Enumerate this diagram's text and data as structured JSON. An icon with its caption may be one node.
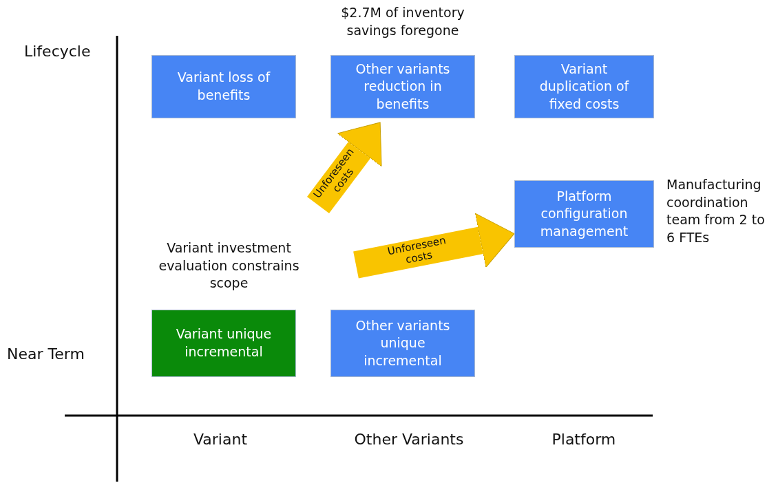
{
  "diagram": {
    "nodes": [
      {
        "text": [
          "Variant loss of benefits"
        ]
      },
      {
        "text": [
          "Other variants reduction in benefits"
        ],
        "beside": [
          "$2.7M of inventory savings foregone"
        ]
      },
      {
        "text": [
          "Variant duplication of fixed costs"
        ]
      },
      {
        "text": [
          "Platform configuration management"
        ],
        "beside": [
          "Manufacturing coordination team from 2 to 6 FTEs"
        ]
      },
      {
        "text": [
          "Variant unique incremental"
        ],
        "beside": [
          "Variant investment evaluation constrains scope"
        ]
      },
      {
        "text": [
          "Other variants unique incremental"
        ]
      }
    ],
    "edges": [
      {
        "from": null,
        "to": 1,
        "arrow": "to",
        "label": "Unforeseen costs"
      },
      {
        "from": null,
        "to": 3,
        "arrow": "to",
        "label": "Unforeseen costs"
      }
    ],
    "labels": [
      "Lifecycle",
      "Near Term",
      "Variant",
      "Other Variants",
      "Platform"
    ]
  }
}
